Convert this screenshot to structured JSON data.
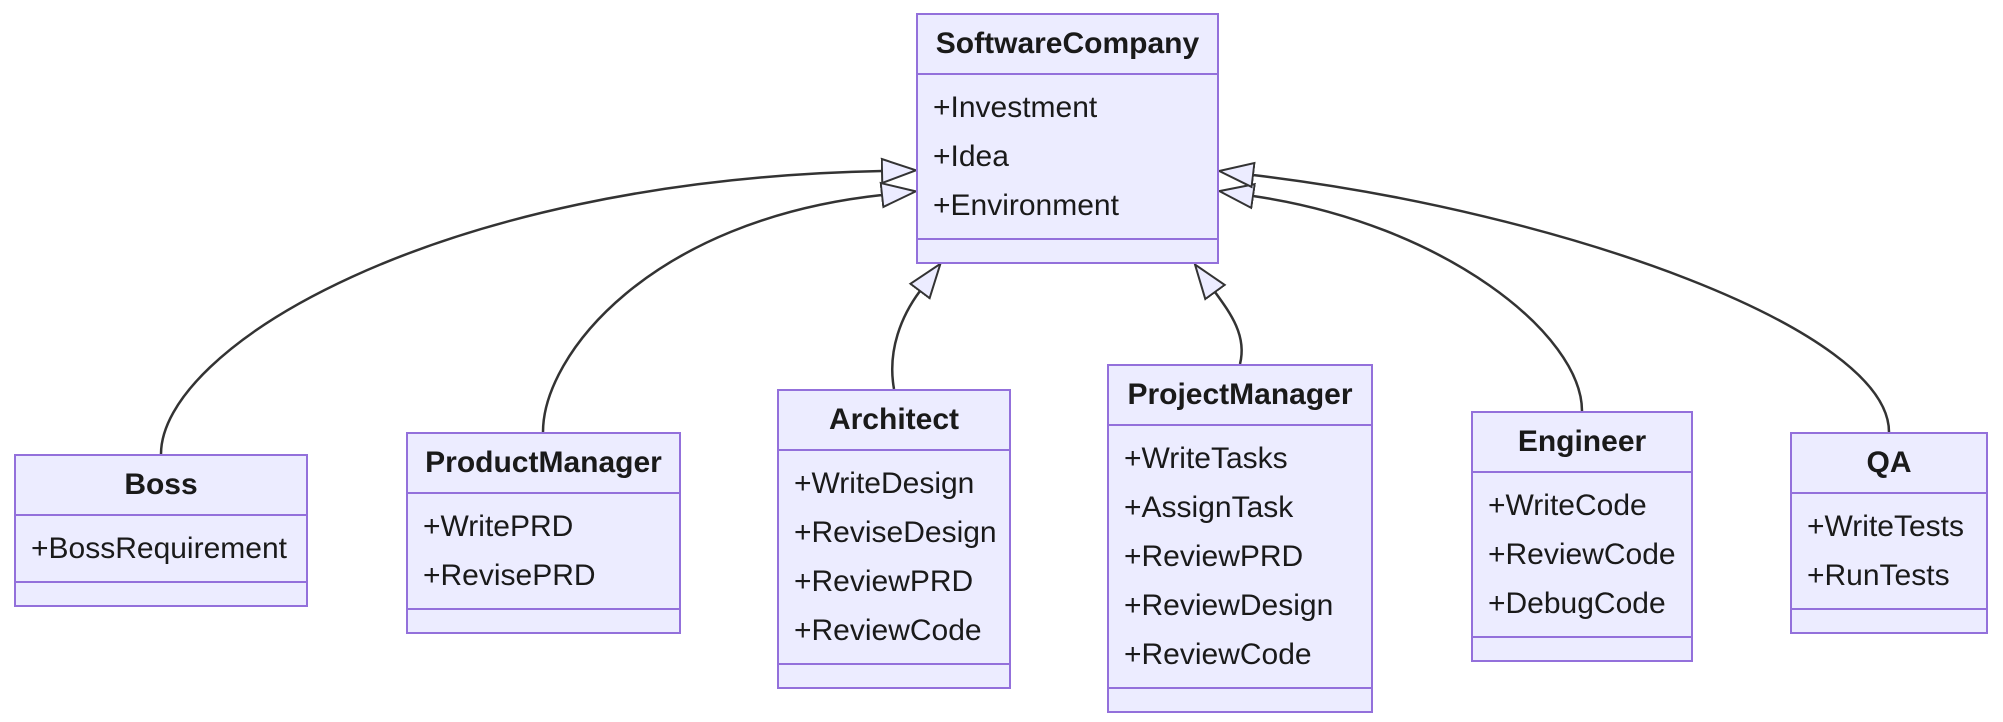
{
  "diagram": {
    "kind": "uml-class-diagram",
    "classes": {
      "software_company": {
        "name": "SoftwareCompany",
        "members": [
          "+Investment",
          "+Idea",
          "+Environment"
        ],
        "methods": []
      },
      "boss": {
        "name": "Boss",
        "members": [
          "+BossRequirement"
        ],
        "methods": []
      },
      "product_manager": {
        "name": "ProductManager",
        "members": [
          "+WritePRD",
          "+RevisePRD"
        ],
        "methods": []
      },
      "architect": {
        "name": "Architect",
        "members": [
          "+WriteDesign",
          "+ReviseDesign",
          "+ReviewPRD",
          "+ReviewCode"
        ],
        "methods": []
      },
      "project_manager": {
        "name": "ProjectManager",
        "members": [
          "+WriteTasks",
          "+AssignTask",
          "+ReviewPRD",
          "+ReviewDesign",
          "+ReviewCode"
        ],
        "methods": []
      },
      "engineer": {
        "name": "Engineer",
        "members": [
          "+WriteCode",
          "+ReviewCode",
          "+DebugCode"
        ],
        "methods": []
      },
      "qa": {
        "name": "QA",
        "members": [
          "+WriteTests",
          "+RunTests"
        ],
        "methods": []
      }
    },
    "relations": [
      {
        "from": "Boss",
        "to": "SoftwareCompany",
        "type": "inheritance"
      },
      {
        "from": "ProductManager",
        "to": "SoftwareCompany",
        "type": "inheritance"
      },
      {
        "from": "Architect",
        "to": "SoftwareCompany",
        "type": "inheritance"
      },
      {
        "from": "ProjectManager",
        "to": "SoftwareCompany",
        "type": "inheritance"
      },
      {
        "from": "Engineer",
        "to": "SoftwareCompany",
        "type": "inheritance"
      },
      {
        "from": "QA",
        "to": "SoftwareCompany",
        "type": "inheritance"
      }
    ],
    "colors": {
      "class_fill": "#ECECFF",
      "class_border": "#9370DB",
      "edge_line": "#333333",
      "text": "#1a1a1a",
      "background": "#ffffff"
    }
  }
}
